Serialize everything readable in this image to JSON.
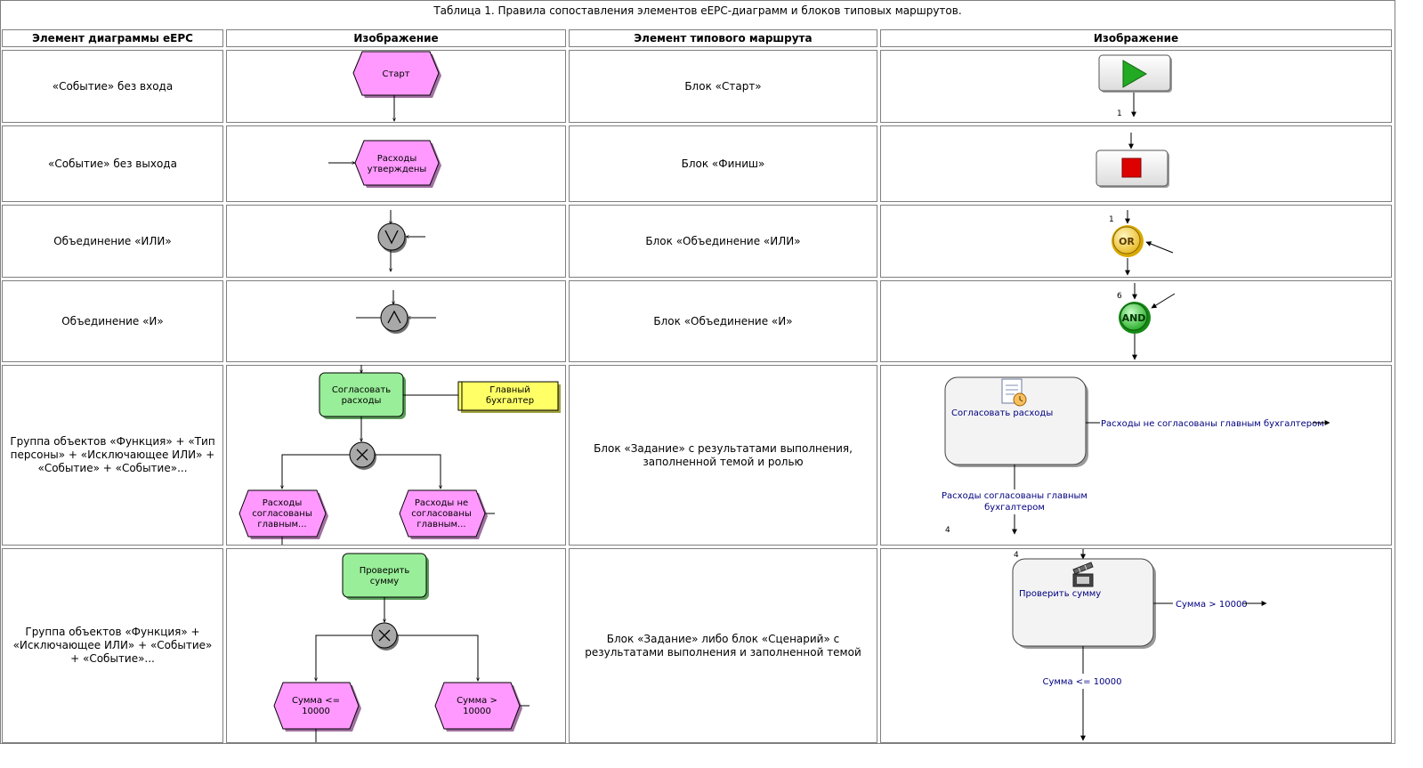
{
  "table": {
    "title": "Таблица 1. Правила сопоставления элементов eEPC-диаграмм и блоков типовых маршрутов.",
    "headers": [
      "Элемент диаграммы eEPC",
      "Изображение",
      "Элемент типового маршрута",
      "Изображение"
    ],
    "rows": [
      {
        "epc": "«Событие» без входа",
        "route": "Блок «Старт»"
      },
      {
        "epc": "«Событие» без выхода",
        "route": "Блок «Финиш»"
      },
      {
        "epc": "Объединение «ИЛИ»",
        "route": "Блок «Объединение «ИЛИ»"
      },
      {
        "epc": "Объединение «И»",
        "route": "Блок «Объединение «И»"
      },
      {
        "epc": "Группа объектов «Функция» + «Тип персоны» + «Исключающее ИЛИ» + «Событие» + «Событие»...",
        "route": "Блок «Задание» с результатами выполнения, заполненной темой и ролью"
      },
      {
        "epc": "Группа объектов «Функция» + «Исключающее ИЛИ» + «Событие» + «Событие»...",
        "route": "Блок «Задание» либо блок «Сценарий» с результатами выполнения и заполненной темой"
      }
    ]
  },
  "epc_images": {
    "start_event": "Старт",
    "end_event": [
      "Расходы",
      "утверждены"
    ],
    "func_approve": [
      "Согласовать",
      "расходы"
    ],
    "role_accountant": [
      "Главный",
      "бухгалтер"
    ],
    "event_approved": [
      "Расходы",
      "согласованы",
      "главным..."
    ],
    "event_not_approved": [
      "Расходы не",
      "согласованы",
      "главным..."
    ],
    "func_check": [
      "Проверить",
      "сумму"
    ],
    "event_le": [
      "Сумма <=",
      "10000"
    ],
    "event_gt": [
      "Сумма >",
      "10000"
    ]
  },
  "route_images": {
    "start_num": "1",
    "or_num": "1",
    "or_label": "OR",
    "and_num": "6",
    "and_label": "AND",
    "task1_title": "Согласовать расходы",
    "task1_out_right": "Расходы не согласованы главным бухгалтером",
    "task1_out_down": [
      "Расходы согласованы главным",
      "бухгалтером"
    ],
    "task1_num": "4",
    "task2_num": "4",
    "task2_title": "Проверить сумму",
    "task2_out_right": "Сумма > 10000",
    "task2_out_down": "Сумма <= 10000"
  },
  "colors": {
    "event_fill": "#ff99ff",
    "function_fill": "#99ee99",
    "role_fill": "#ffff66",
    "connector_fill": "#a0a0a0",
    "route_label": "#000080",
    "start_play": "#22aa22",
    "finish_stop": "#dd0000",
    "or_fill": "#f3d24a",
    "and_fill": "#44cc44"
  }
}
